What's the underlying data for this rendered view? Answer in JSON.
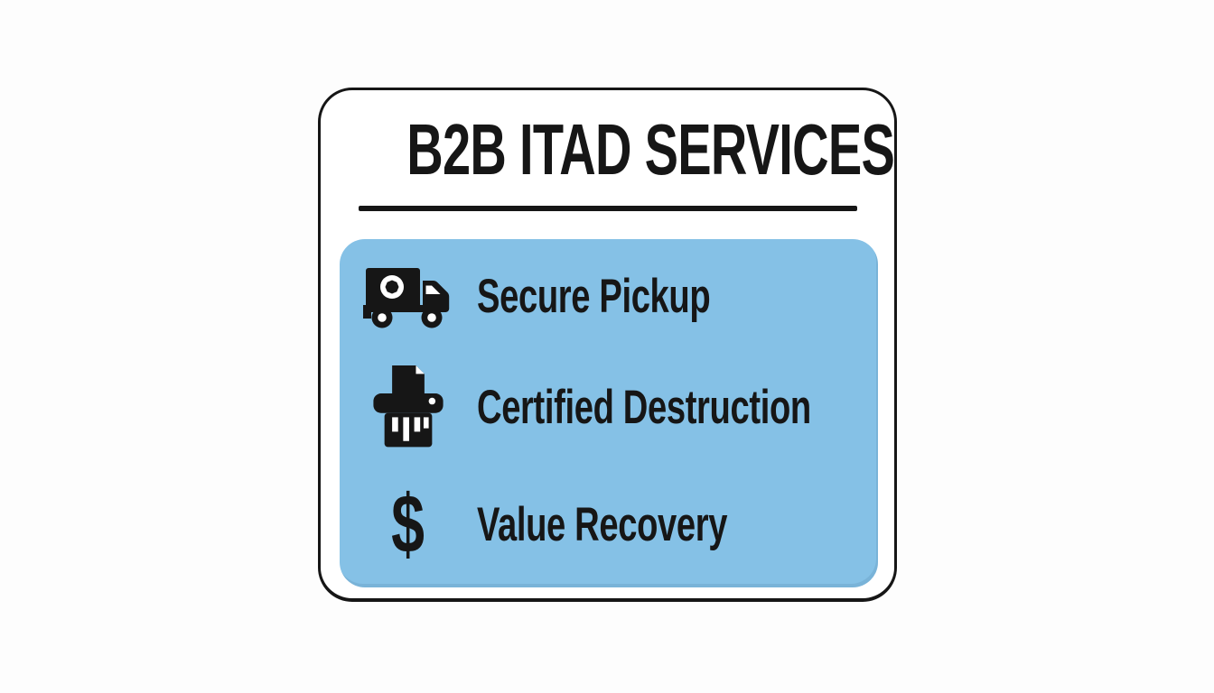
{
  "card": {
    "title": "B2B ITAD SERVICES",
    "services": [
      {
        "icon": "secure-pickup-truck-icon",
        "label": "Secure Pickup"
      },
      {
        "icon": "shredder-icon",
        "label": "Certified Destruction"
      },
      {
        "icon": "dollar-sign-icon",
        "label": "Value Recovery",
        "glyph": "$"
      }
    ]
  },
  "colors": {
    "panel_blue": "#85C1E6",
    "ink_black": "#161616",
    "background_white": "#FDFDFD"
  }
}
